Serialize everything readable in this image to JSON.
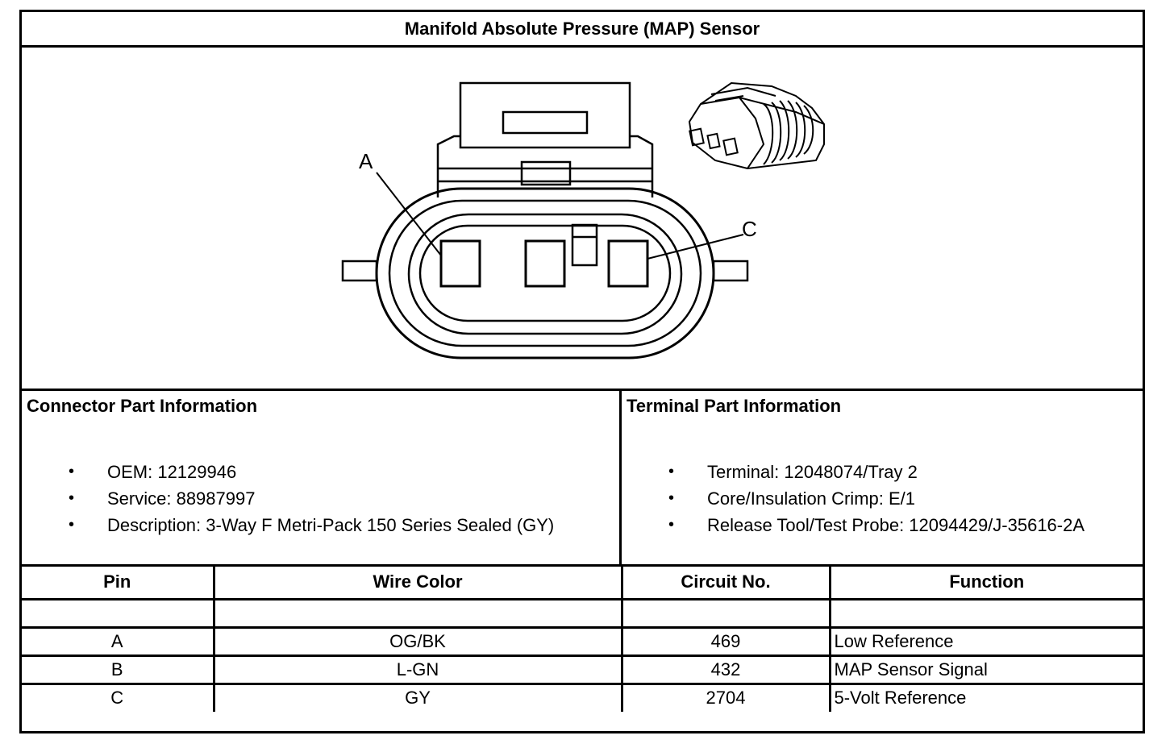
{
  "title": "Manifold Absolute Pressure (MAP) Sensor",
  "diagram": {
    "callouts": [
      "A",
      "C"
    ],
    "icons": [
      "connector-face-view",
      "connector-isometric-view"
    ]
  },
  "connector_info": {
    "heading": "Connector Part Information",
    "items": [
      "OEM: 12129946",
      "Service: 88987997",
      "Description: 3-Way F Metri-Pack 150 Series Sealed (GY)"
    ]
  },
  "terminal_info": {
    "heading": "Terminal Part Information",
    "items": [
      "Terminal: 12048074/Tray 2",
      "Core/Insulation Crimp: E/1",
      "Release Tool/Test Probe: 12094429/J-35616-2A"
    ]
  },
  "table": {
    "headers": [
      "Pin",
      "Wire Color",
      "Circuit No.",
      "Function"
    ],
    "rows": [
      [
        "",
        "",
        "",
        ""
      ],
      [
        "A",
        "OG/BK",
        "469",
        "Low Reference"
      ],
      [
        "B",
        "L-GN",
        "432",
        "MAP Sensor Signal"
      ],
      [
        "C",
        "GY",
        "2704",
        "5-Volt Reference"
      ]
    ]
  },
  "bullet_glyph": "•"
}
